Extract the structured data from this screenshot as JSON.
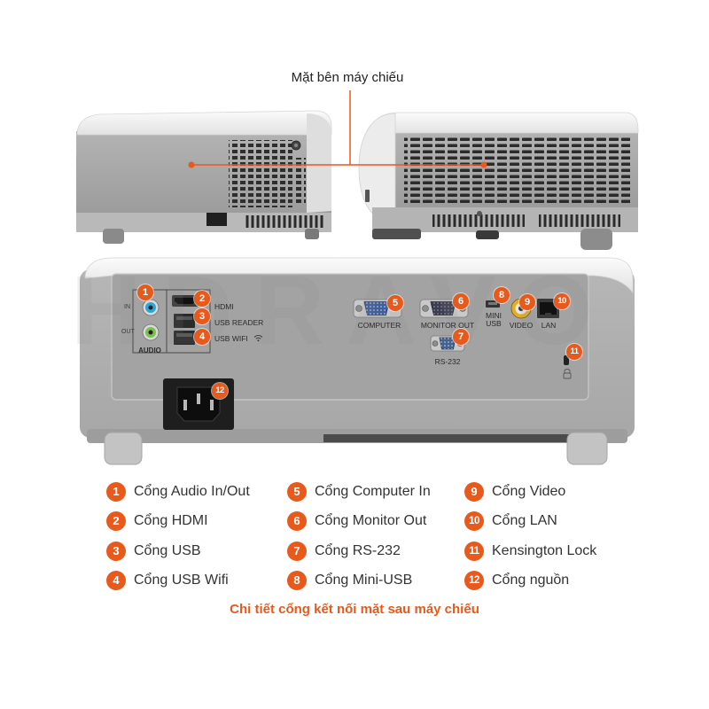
{
  "labels": {
    "side_view": "Mặt bên máy chiếu",
    "caption": "Chi tiết cổng kết nối mặt sau máy chiếu"
  },
  "watermark": {
    "brand": "HDRAVO"
  },
  "panel_labels": {
    "audio_in": "IN",
    "audio_out": "OUT",
    "audio": "AUDIO",
    "hdmi": "HDMI",
    "usb_reader": "USB READER",
    "usb_wifi": "USB WIFI",
    "computer": "COMPUTER",
    "monitor_out": "MONITOR OUT",
    "rs232": "RS-232",
    "mini_usb_line1": "MINI",
    "mini_usb_line2": "USB",
    "video": "VIDEO",
    "lan": "LAN"
  },
  "legend": [
    {
      "num": "1",
      "label": "Cổng Audio In/Out"
    },
    {
      "num": "2",
      "label": "Cổng HDMI"
    },
    {
      "num": "3",
      "label": "Cổng USB"
    },
    {
      "num": "4",
      "label": "Cổng USB Wifi"
    },
    {
      "num": "5",
      "label": "Cổng Computer In"
    },
    {
      "num": "6",
      "label": "Cổng Monitor Out"
    },
    {
      "num": "7",
      "label": "Cổng RS-232"
    },
    {
      "num": "8",
      "label": "Cổng Mini-USB"
    },
    {
      "num": "9",
      "label": "Cổng Video"
    },
    {
      "num": "10",
      "label": "Cổng LAN"
    },
    {
      "num": "11",
      "label": "Kensington Lock"
    },
    {
      "num": "12",
      "label": "Cổng nguồn"
    }
  ],
  "icons": {
    "wifi": "wifi-icon",
    "lock": "kensington-lock-icon"
  },
  "colors": {
    "accent": "#e8591c",
    "text": "#333333",
    "audio_in_jack": "#2aa7d8",
    "audio_out_jack": "#7cc04f",
    "video_jack": "#e0ae27",
    "vga_port": "#3f5f9a"
  }
}
